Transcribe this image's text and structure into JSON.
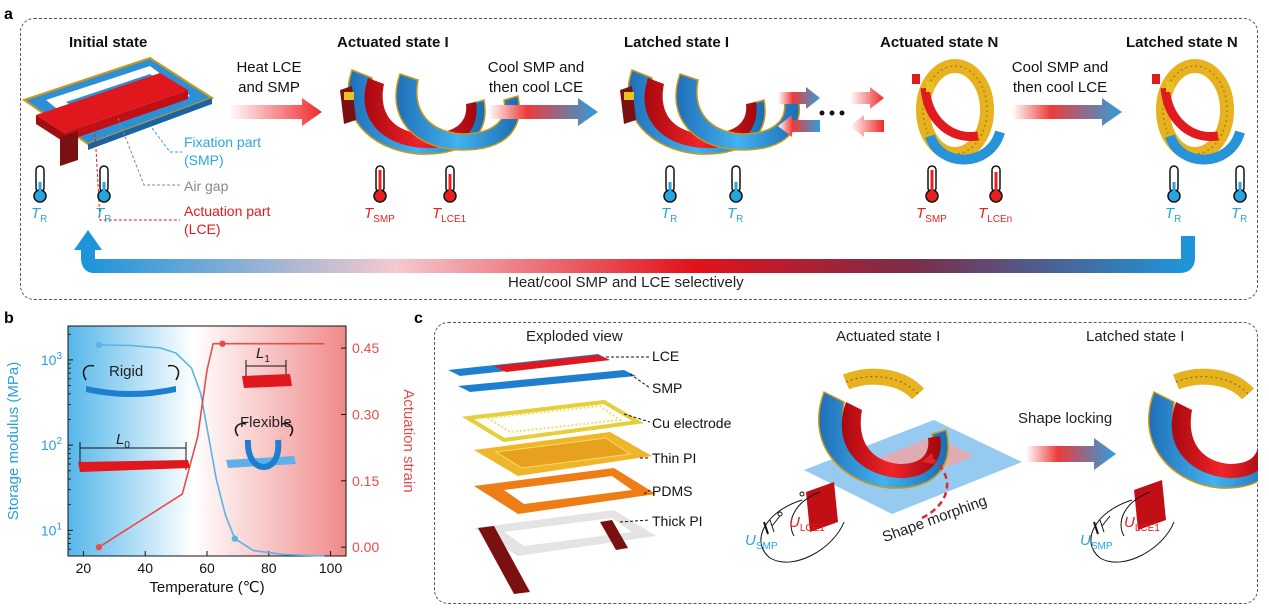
{
  "panel_a": {
    "label": "a",
    "states": {
      "initial": "Initial state",
      "actuated_1": "Actuated state I",
      "latched_1": "Latched state I",
      "actuated_n": "Actuated state N",
      "latched_n": "Latched state N"
    },
    "steps": {
      "heat_line1": "Heat LCE",
      "heat_line2": "and SMP",
      "cool1_line1": "Cool SMP and",
      "cool1_line2": "then cool LCE",
      "cool2_line1": "Cool SMP and",
      "cool2_line2": "then cool LCE"
    },
    "callouts": {
      "fixation_line1": "Fixation part",
      "fixation_line2": "(SMP)",
      "air_gap": "Air gap",
      "actuation_line1": "Actuation part",
      "actuation_line2": "(LCE)"
    },
    "temps": {
      "t_letter": "T",
      "sub_r": "R",
      "sub_smp": "SMP",
      "sub_lce1": "LCE1",
      "sub_lcen": "LCEn"
    },
    "bottom_note": "Heat/cool SMP and LCE selectively",
    "colors": {
      "smp_blue": "#1e8fd6",
      "lce_red": "#e0141b",
      "cold": "#26a6e0",
      "hot": "#e8211f",
      "gold": "#e7b21f"
    }
  },
  "panel_b": {
    "label": "b",
    "annotations": {
      "rigid": "Rigid",
      "flexible": "Flexible",
      "l0": "L",
      "l0_sub": "0",
      "l1": "L",
      "l1_sub": "1"
    },
    "chart_data": {
      "type": "line",
      "xlabel": "Temperature (℃)",
      "ylabel_left": "Storage modulus (MPa)",
      "ylabel_right": "Actuation strain",
      "x_ticks": [
        "20",
        "40",
        "60",
        "80",
        "100"
      ],
      "y_left_ticks": [
        "10^1",
        "10^2",
        "10^3"
      ],
      "y_left_scale": "log",
      "y_right_ticks": [
        "0.00",
        "0.15",
        "0.30",
        "0.45"
      ],
      "xlim": [
        15,
        105
      ],
      "ylim_left": [
        5,
        2500
      ],
      "ylim_right": [
        -0.02,
        0.5
      ],
      "series": [
        {
          "axis": "left",
          "color": "#5ab4e6",
          "x": [
            25,
            35,
            45,
            50,
            55,
            58,
            60,
            63,
            66,
            69,
            75,
            85,
            98
          ],
          "y": [
            1500,
            1480,
            1380,
            1200,
            800,
            400,
            160,
            40,
            15,
            8,
            5.8,
            5.2,
            5.0
          ],
          "markers_at": [
            0,
            9
          ]
        },
        {
          "axis": "right",
          "color": "#e84c4c",
          "x": [
            25,
            52,
            57,
            60,
            62,
            65,
            75,
            98
          ],
          "y": [
            0.0,
            0.12,
            0.25,
            0.4,
            0.46,
            0.46,
            0.46,
            0.46
          ],
          "markers_at": [
            0,
            5
          ]
        }
      ]
    }
  },
  "panel_c": {
    "label": "c",
    "titles": {
      "exploded": "Exploded view",
      "actuated": "Actuated state I",
      "latched": "Latched state I"
    },
    "layers": [
      "LCE",
      "SMP",
      "Cu electrode",
      "Thin PI",
      "PDMS",
      "Thick PI"
    ],
    "shape_locking": "Shape locking",
    "shape_morphing": "Shape morphing",
    "voltages": {
      "u_letter": "U",
      "sub_smp": "SMP",
      "sub_lce1": "LCE1"
    }
  }
}
